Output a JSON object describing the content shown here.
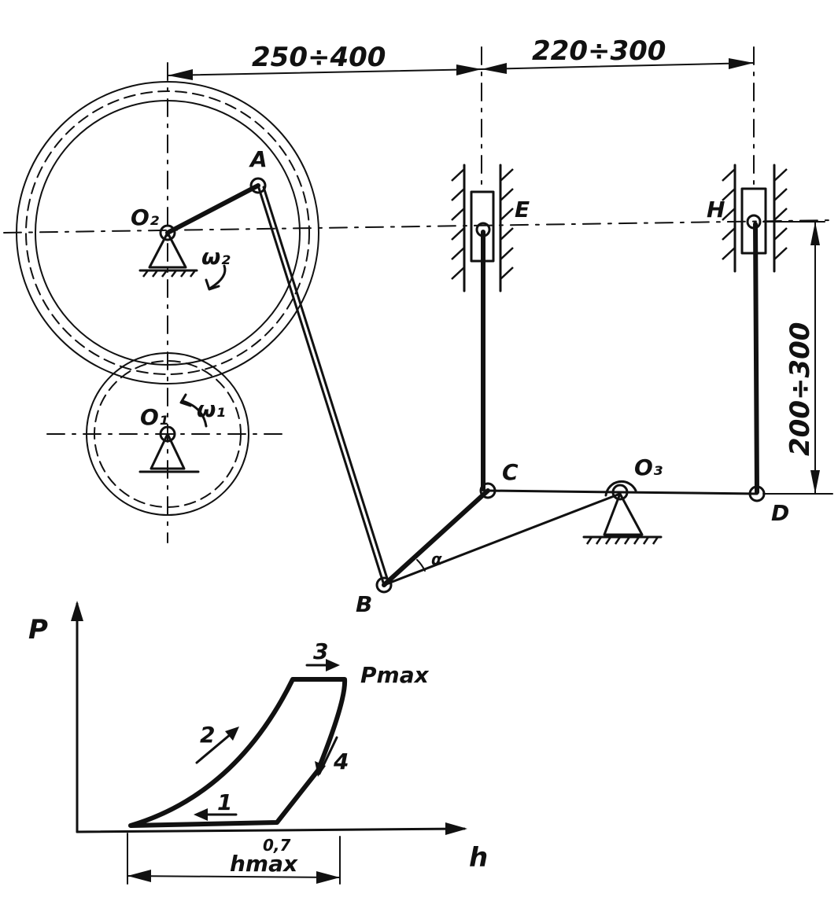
{
  "dimensions": {
    "left_span": "250÷400",
    "right_span": "220÷300",
    "vertical_span": "200÷300"
  },
  "points": {
    "A": "A",
    "O2": "O₂",
    "O1": "O₁",
    "O3": "O₃",
    "E": "E",
    "H": "H",
    "C": "C",
    "D": "D",
    "B": "B",
    "alpha": "α"
  },
  "angular_velocity": {
    "omega2": "ω₂",
    "omega1": "ω₁"
  },
  "graph": {
    "y_axis": "P",
    "x_axis": "h",
    "pmax": "Pmax",
    "hmax": "hmax",
    "value_07": "0,7",
    "stroke_1": "1",
    "stroke_2": "2",
    "stroke_3": "3",
    "stroke_4": "4"
  }
}
